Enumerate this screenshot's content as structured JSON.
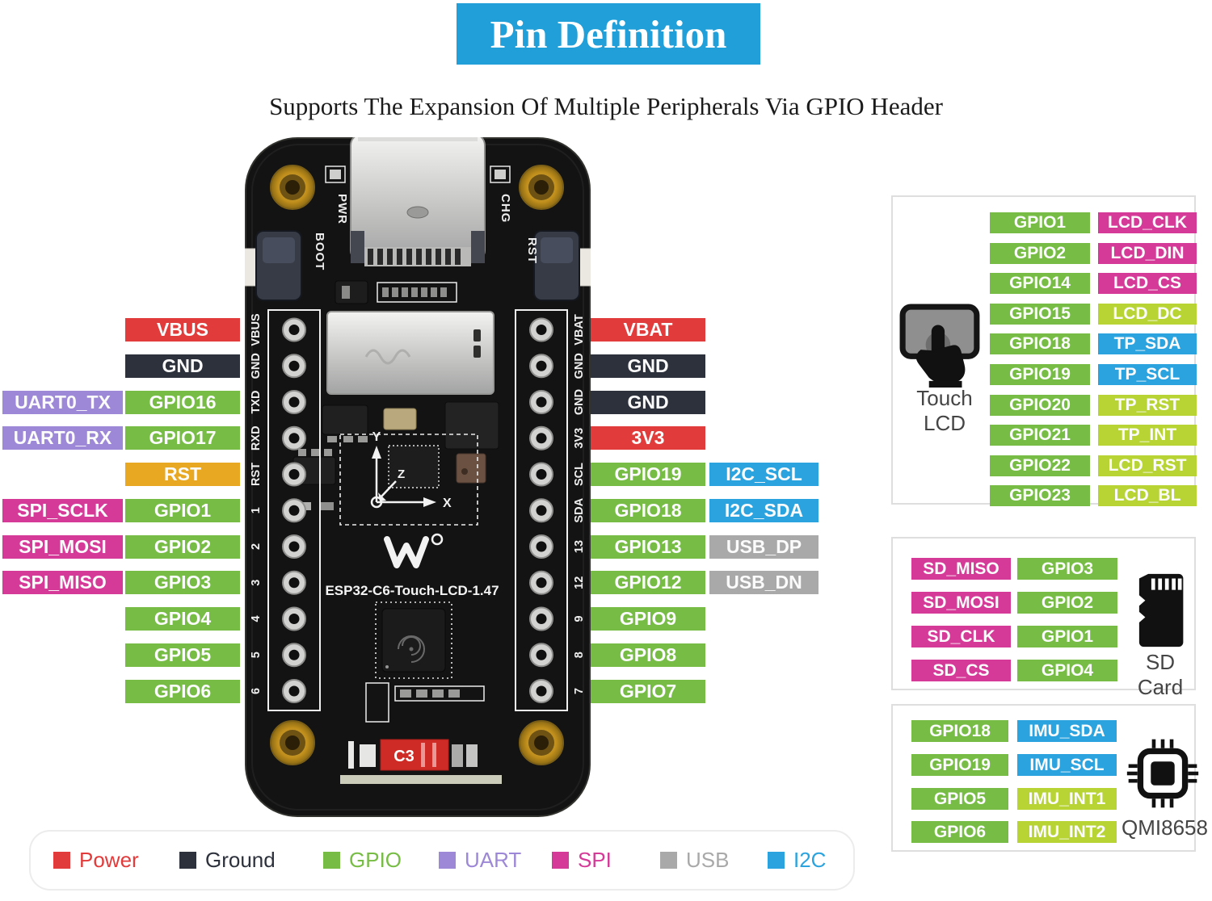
{
  "title": "Pin Definition",
  "subtitle": "Supports The Expansion Of Multiple Peripherals Via GPIO Header",
  "colors": {
    "power": "#E23B3B",
    "ground": "#2D313C",
    "gpio": "#77BD45",
    "uart": "#9D87D7",
    "spi": "#D53A99",
    "usb": "#A9A9A9",
    "i2c": "#2BA3DF",
    "reset": "#E8A822",
    "lime": "#B7D434",
    "title_bg": "#219FD9"
  },
  "left_pins": [
    {
      "outer": null,
      "pin": {
        "text": "VBUS",
        "type": "power"
      }
    },
    {
      "outer": null,
      "pin": {
        "text": "GND",
        "type": "ground"
      }
    },
    {
      "outer": {
        "text": "UART0_TX",
        "type": "uart"
      },
      "pin": {
        "text": "GPIO16",
        "type": "gpio"
      }
    },
    {
      "outer": {
        "text": "UART0_RX",
        "type": "uart"
      },
      "pin": {
        "text": "GPIO17",
        "type": "gpio"
      }
    },
    {
      "outer": null,
      "pin": {
        "text": "RST",
        "type": "reset"
      }
    },
    {
      "outer": {
        "text": "SPI_SCLK",
        "type": "spi"
      },
      "pin": {
        "text": "GPIO1",
        "type": "gpio"
      }
    },
    {
      "outer": {
        "text": "SPI_MOSI",
        "type": "spi"
      },
      "pin": {
        "text": "GPIO2",
        "type": "gpio"
      }
    },
    {
      "outer": {
        "text": "SPI_MISO",
        "type": "spi"
      },
      "pin": {
        "text": "GPIO3",
        "type": "gpio"
      }
    },
    {
      "outer": null,
      "pin": {
        "text": "GPIO4",
        "type": "gpio"
      }
    },
    {
      "outer": null,
      "pin": {
        "text": "GPIO5",
        "type": "gpio"
      }
    },
    {
      "outer": null,
      "pin": {
        "text": "GPIO6",
        "type": "gpio"
      }
    }
  ],
  "right_pins": [
    {
      "pin": {
        "text": "VBAT",
        "type": "power"
      },
      "outer": null
    },
    {
      "pin": {
        "text": "GND",
        "type": "ground"
      },
      "outer": null
    },
    {
      "pin": {
        "text": "GND",
        "type": "ground"
      },
      "outer": null
    },
    {
      "pin": {
        "text": "3V3",
        "type": "power"
      },
      "outer": null
    },
    {
      "pin": {
        "text": "GPIO19",
        "type": "gpio"
      },
      "outer": {
        "text": "I2C_SCL",
        "type": "i2c"
      }
    },
    {
      "pin": {
        "text": "GPIO18",
        "type": "gpio"
      },
      "outer": {
        "text": "I2C_SDA",
        "type": "i2c"
      }
    },
    {
      "pin": {
        "text": "GPIO13",
        "type": "gpio"
      },
      "outer": {
        "text": "USB_DP",
        "type": "usb"
      }
    },
    {
      "pin": {
        "text": "GPIO12",
        "type": "gpio"
      },
      "outer": {
        "text": "USB_DN",
        "type": "usb"
      }
    },
    {
      "pin": {
        "text": "GPIO9",
        "type": "gpio"
      },
      "outer": null
    },
    {
      "pin": {
        "text": "GPIO8",
        "type": "gpio"
      },
      "outer": null
    },
    {
      "pin": {
        "text": "GPIO7",
        "type": "gpio"
      },
      "outer": null
    }
  ],
  "panels": [
    {
      "id": "touch-lcd",
      "caption": "Touch LCD",
      "icon": "touch-lcd-icon",
      "rows": [
        {
          "left": {
            "text": "GPIO1",
            "type": "gpio"
          },
          "right": {
            "text": "LCD_CLK",
            "type": "spi"
          }
        },
        {
          "left": {
            "text": "GPIO2",
            "type": "gpio"
          },
          "right": {
            "text": "LCD_DIN",
            "type": "spi"
          }
        },
        {
          "left": {
            "text": "GPIO14",
            "type": "gpio"
          },
          "right": {
            "text": "LCD_CS",
            "type": "spi"
          }
        },
        {
          "left": {
            "text": "GPIO15",
            "type": "gpio"
          },
          "right": {
            "text": "LCD_DC",
            "type": "lime"
          }
        },
        {
          "left": {
            "text": "GPIO18",
            "type": "gpio"
          },
          "right": {
            "text": "TP_SDA",
            "type": "i2c"
          }
        },
        {
          "left": {
            "text": "GPIO19",
            "type": "gpio"
          },
          "right": {
            "text": "TP_SCL",
            "type": "i2c"
          }
        },
        {
          "left": {
            "text": "GPIO20",
            "type": "gpio"
          },
          "right": {
            "text": "TP_RST",
            "type": "lime"
          }
        },
        {
          "left": {
            "text": "GPIO21",
            "type": "gpio"
          },
          "right": {
            "text": "TP_INT",
            "type": "lime"
          }
        },
        {
          "left": {
            "text": "GPIO22",
            "type": "gpio"
          },
          "right": {
            "text": "LCD_RST",
            "type": "lime"
          }
        },
        {
          "left": {
            "text": "GPIO23",
            "type": "gpio"
          },
          "right": {
            "text": "LCD_BL",
            "type": "lime"
          }
        }
      ]
    },
    {
      "id": "sd-card",
      "caption": "SD Card",
      "icon": "sd-card-icon",
      "rows": [
        {
          "left": {
            "text": "SD_MISO",
            "type": "spi"
          },
          "right": {
            "text": "GPIO3",
            "type": "gpio"
          }
        },
        {
          "left": {
            "text": "SD_MOSI",
            "type": "spi"
          },
          "right": {
            "text": "GPIO2",
            "type": "gpio"
          }
        },
        {
          "left": {
            "text": "SD_CLK",
            "type": "spi"
          },
          "right": {
            "text": "GPIO1",
            "type": "gpio"
          }
        },
        {
          "left": {
            "text": "SD_CS",
            "type": "spi"
          },
          "right": {
            "text": "GPIO4",
            "type": "gpio"
          }
        }
      ]
    },
    {
      "id": "imu",
      "caption": "QMI8658",
      "icon": "chip-icon",
      "rows": [
        {
          "left": {
            "text": "GPIO18",
            "type": "gpio"
          },
          "right": {
            "text": "IMU_SDA",
            "type": "i2c"
          }
        },
        {
          "left": {
            "text": "GPIO19",
            "type": "gpio"
          },
          "right": {
            "text": "IMU_SCL",
            "type": "i2c"
          }
        },
        {
          "left": {
            "text": "GPIO5",
            "type": "gpio"
          },
          "right": {
            "text": "IMU_INT1",
            "type": "lime"
          }
        },
        {
          "left": {
            "text": "GPIO6",
            "type": "gpio"
          },
          "right": {
            "text": "IMU_INT2",
            "type": "lime"
          }
        }
      ]
    }
  ],
  "legend": [
    {
      "label": "Power",
      "type": "power"
    },
    {
      "label": "Ground",
      "type": "ground"
    },
    {
      "label": "GPIO",
      "type": "gpio"
    },
    {
      "label": "UART",
      "type": "uart"
    },
    {
      "label": "SPI",
      "type": "spi"
    },
    {
      "label": "USB",
      "type": "usb"
    },
    {
      "label": "I2C",
      "type": "i2c"
    }
  ],
  "board": {
    "silkscreen": {
      "boot": "BOOT",
      "reset": "RST",
      "pwr": "PWR",
      "chg": "CHG",
      "model": "ESP32-C6-Touch-LCD-1.47",
      "led": "C3"
    },
    "left_edge_labels": [
      "VBUS",
      "GND",
      "TXD",
      "RXD",
      "RST",
      "1",
      "2",
      "3",
      "4",
      "5",
      "6"
    ],
    "right_edge_labels": [
      "VBAT",
      "GND",
      "GND",
      "3V3",
      "SCL",
      "SDA",
      "13",
      "12",
      "9",
      "8",
      "7"
    ]
  }
}
